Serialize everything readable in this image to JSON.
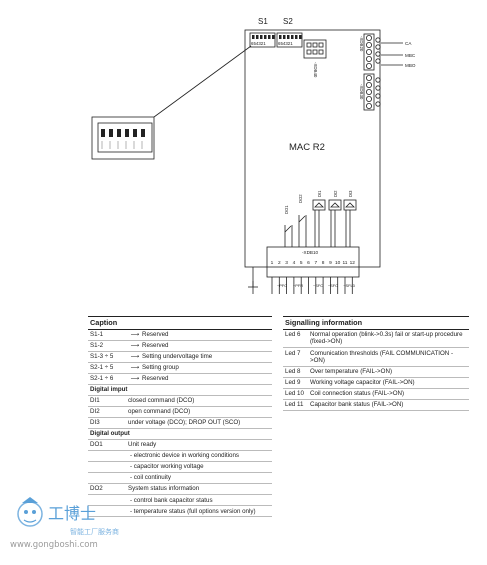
{
  "diagram": {
    "switches": [
      "S1",
      "S2"
    ],
    "switch_digits_s1": "654321",
    "switch_digits_s2": "654321",
    "xdb_top": "-XDB20",
    "xdb_mid": "-XDB30",
    "xdb40": "-XDB40",
    "xdb10": "-XDB10",
    "ca": "CA",
    "mbc": "MBC",
    "mbo": "MBO",
    "device": "MAC  R2",
    "pins": [
      "1",
      "2",
      "3",
      "4",
      "5",
      "6",
      "7",
      "8",
      "9",
      "10",
      "11",
      "12"
    ],
    "bottom_labels": [
      "~PFC",
      "~PFR",
      "~SFC",
      "~SFO",
      "~SFL3"
    ],
    "outputs": [
      "DO1",
      "DO2",
      "DI1",
      "DI2",
      "DI3"
    ]
  },
  "caption": {
    "title": "Caption",
    "rows": [
      {
        "k": "S1-1",
        "v": "Reserved"
      },
      {
        "k": "S1-2",
        "v": "Reserved"
      },
      {
        "k": "S1-3 ÷ 5",
        "v": "Setting undervoltage time"
      },
      {
        "k": "S2-1 ÷ 5",
        "v": "Setting group"
      },
      {
        "k": "S2-1 ÷ 6",
        "v": "Reserved"
      }
    ],
    "digital_input": "Digital imput",
    "di": [
      {
        "k": "DI1",
        "v": "closed command (DCO)"
      },
      {
        "k": "DI2",
        "v": "open command (DCO)"
      },
      {
        "k": "DI3",
        "v": "under voltage (DCO); DROP OUT (SCO)"
      }
    ],
    "digital_output": "Digital output",
    "do1": {
      "k": "DO1",
      "v": "Unit ready"
    },
    "do1_more": [
      "- electronic device in working conditions",
      "- capacitor working voltage",
      "- coil continuity"
    ],
    "do2": {
      "k": "DO2",
      "v": "System status information"
    },
    "do2_more": [
      "- control bank capacitor status",
      "- temperature status (full options version only)"
    ]
  },
  "signalling": {
    "title": "Signalling information",
    "rows": [
      {
        "k": "Led 6",
        "v": "Normal operation (blink->0.3s) fail or start-up procedure (fixed->ON)"
      },
      {
        "k": "Led 7",
        "v": "Comunication thresholds (FAIL COMMUNICATION ->ON)"
      },
      {
        "k": "Led 8",
        "v": "Over temperature (FAIL->ON)"
      },
      {
        "k": "Led 9",
        "v": "Working voltage capacitor (FAIL->ON)"
      },
      {
        "k": "Led 10",
        "v": "Coil connection status (FAIL->ON)"
      },
      {
        "k": "Led 11",
        "v": "Capacitor bank status (FAIL->ON)"
      }
    ]
  },
  "watermark": {
    "brand": "工博士",
    "tagline": "智能工厂服务商",
    "url": "www.gongboshi.com"
  },
  "colors": {
    "line": "#222222",
    "watermark": "#5aa0d8"
  }
}
